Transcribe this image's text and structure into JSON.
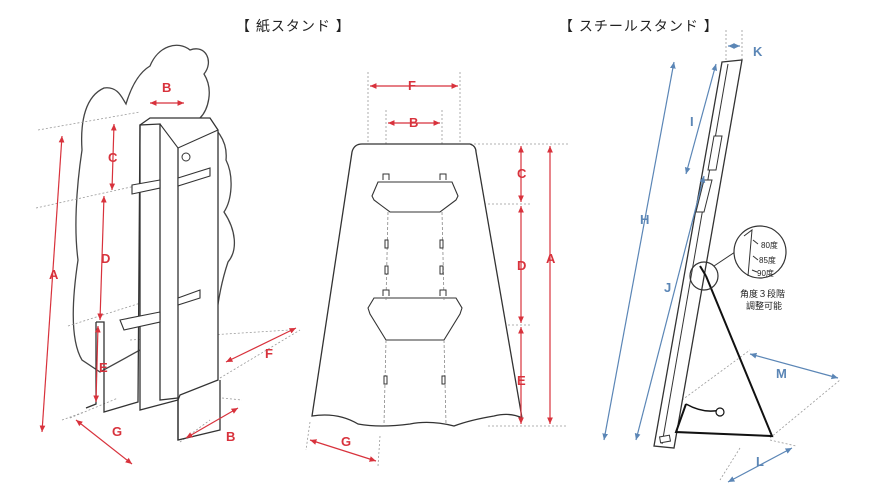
{
  "titles": {
    "paper_stand": "【 紙スタンド 】",
    "steel_stand": "【 スチールスタンド 】"
  },
  "colors": {
    "red_dim": "#d8323c",
    "blue_dim": "#5b86b6",
    "outline": "#333333",
    "guide": "#888888"
  },
  "paper_side": {
    "A": "A",
    "B": "B",
    "C": "C",
    "D": "D",
    "E": "E",
    "F": "F",
    "G": "G",
    "B2": "B"
  },
  "paper_front": {
    "F": "F",
    "B": "B",
    "C": "C",
    "D": "D",
    "A": "A",
    "E": "E",
    "G": "G"
  },
  "steel": {
    "K": "K",
    "I": "I",
    "H": "H",
    "J": "J",
    "M": "M",
    "L": "L",
    "angles": [
      "80度",
      "85度",
      "90度"
    ],
    "note_line1": "角度３段階",
    "note_line2": "調整可能"
  }
}
